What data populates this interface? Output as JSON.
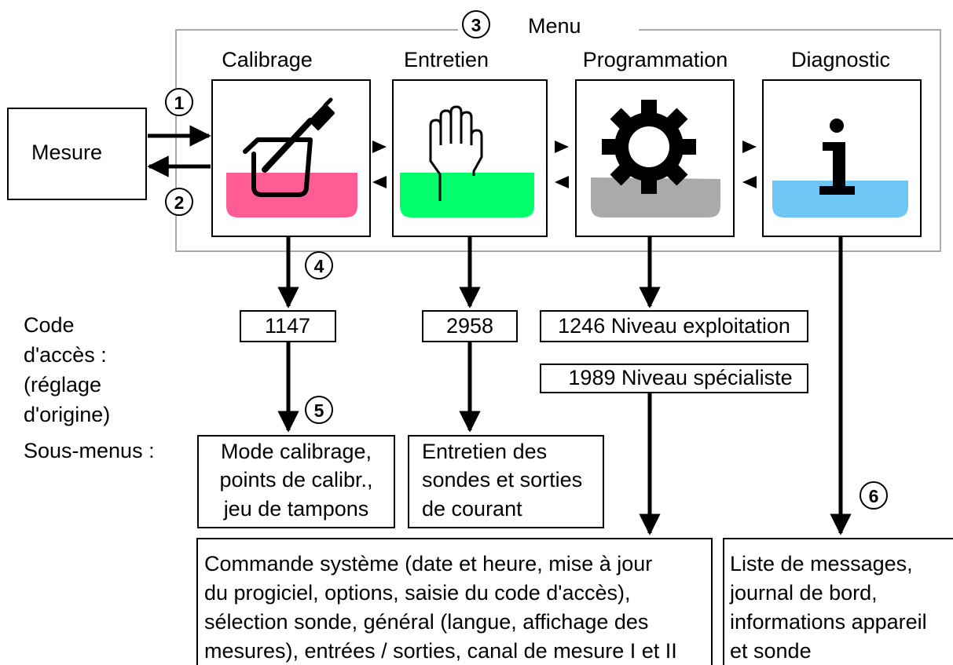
{
  "menu": {
    "number": "3",
    "label": "Menu",
    "items": [
      {
        "label": "Calibrage",
        "icon": "beaker-pen-icon",
        "liquid_color": "#ff5b94"
      },
      {
        "label": "Entretien",
        "icon": "hand-icon",
        "liquid_color": "#00ff6a"
      },
      {
        "label": "Programmation",
        "icon": "gear-icon",
        "liquid_color": "#aaaaaa"
      },
      {
        "label": "Diagnostic",
        "icon": "info-icon",
        "liquid_color": "#6ec6f5"
      }
    ]
  },
  "mesure": {
    "label": "Mesure"
  },
  "step_numbers": {
    "n1": "1",
    "n2": "2",
    "n4": "4",
    "n5": "5",
    "n6": "6"
  },
  "access_codes": {
    "label_lines": [
      "Code",
      "d'accès :",
      "(réglage",
      "d'origine)"
    ],
    "calibrage": "1147",
    "entretien": "2958",
    "programmation_operator": "1246 Niveau exploitation",
    "programmation_specialist": "1989 Niveau spécialiste"
  },
  "submenus": {
    "label": "Sous-menus :",
    "calibrage": [
      "Mode calibrage,",
      "points de calibr.,",
      "jeu de tampons"
    ],
    "entretien": [
      "Entretien des",
      "sondes et sorties",
      "de courant"
    ],
    "programmation": [
      "Commande système (date et heure, mise à jour",
      "du progiciel, options, saisie du code d'accès),",
      "sélection sonde, général (langue, affichage des",
      "mesures), entrées / sorties, canal de mesure I et II"
    ],
    "diagnostic": [
      "Liste de messages,",
      "journal de bord,",
      "informations appareil",
      "et sonde"
    ]
  }
}
